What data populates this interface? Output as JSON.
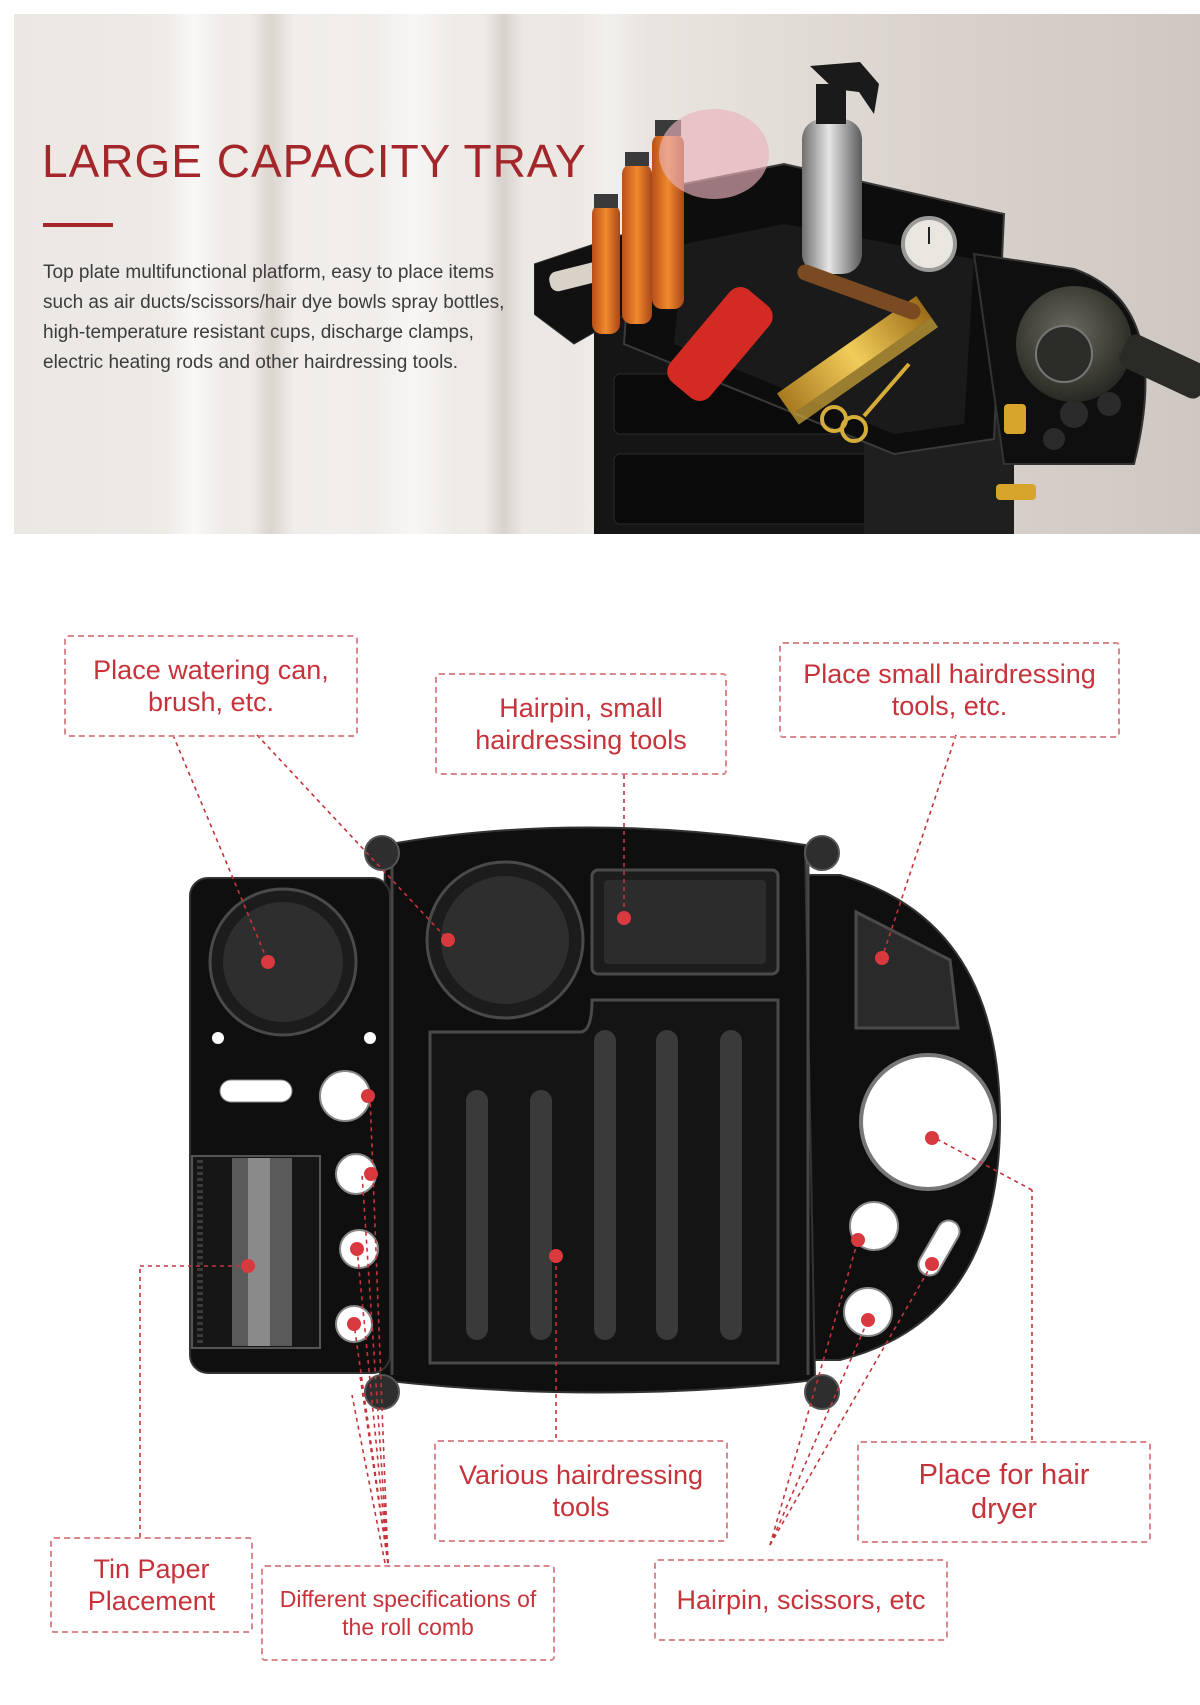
{
  "hero": {
    "title": "LARGE CAPACITY TRAY",
    "description": "Top plate multifunctional platform, easy to place items such as air ducts/scissors/hair dye bowls spray bottles, high-temperature resistant cups, discharge clamps, electric heating rods and other hairdressing tools."
  },
  "callouts": {
    "watering_can": "Place watering can, brush, etc.",
    "hairpin_small_tools": "Hairpin, small hairdressing tools",
    "small_tools": "Place small hairdressing tools, etc.",
    "various_tools": "Various hairdressing tools",
    "hair_dryer": "Place for hair dryer",
    "tin_paper": "Tin Paper Placement",
    "roll_comb": "Different specifications of the roll comb",
    "hairpin_scissors": "Hairpin, scissors, etc"
  },
  "colors": {
    "accent_red": "#c7333a",
    "title_red": "#a3262b",
    "dashed_border": "#d9898b",
    "tray_black": "#0f0f0f"
  }
}
